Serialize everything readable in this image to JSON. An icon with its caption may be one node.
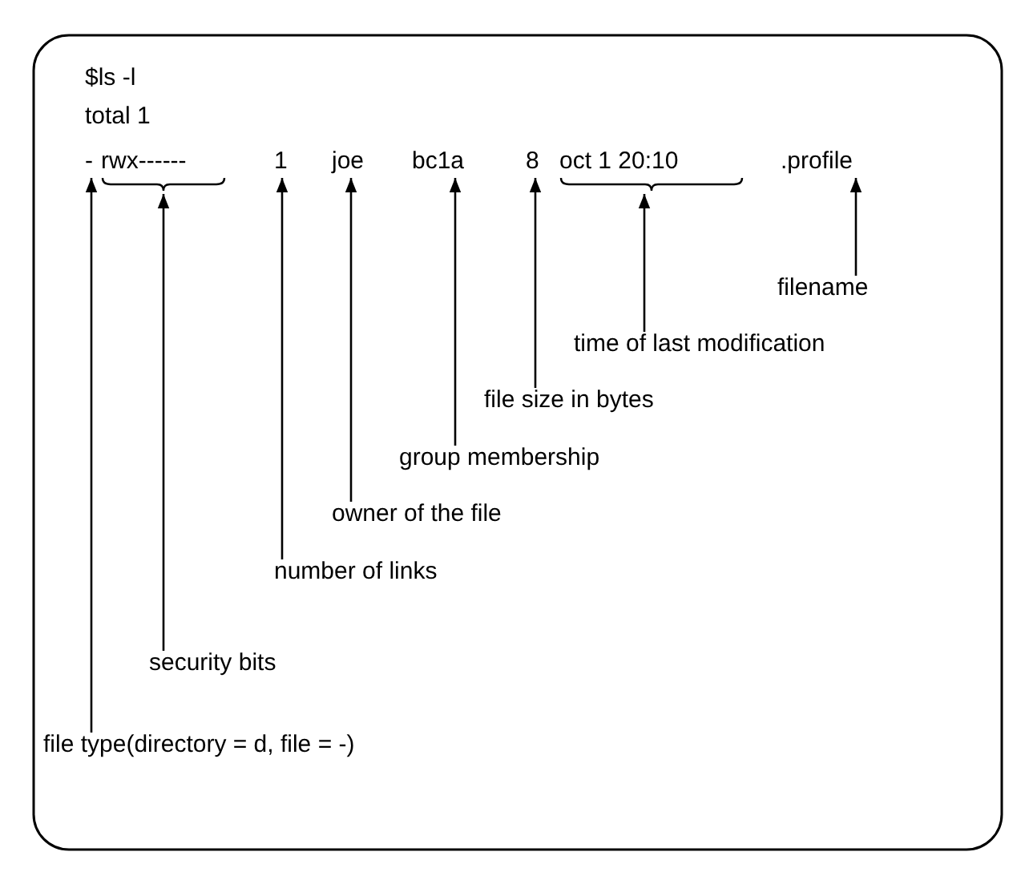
{
  "diagram": {
    "nodes": [
      {
        "text": [
          "-"
        ]
      },
      {
        "text": [
          "rwx------"
        ]
      },
      {
        "text": [
          "1"
        ]
      },
      {
        "text": [
          "joe"
        ]
      },
      {
        "text": [
          "bc1a"
        ]
      },
      {
        "text": [
          "8"
        ]
      },
      {
        "text": [
          "oct 1 20:10"
        ]
      },
      {
        "text": [
          ".profile"
        ]
      },
      {
        "text": [
          "filename"
        ]
      },
      {
        "text": [
          "time of last modification"
        ]
      },
      {
        "text": [
          "file size in bytes"
        ]
      },
      {
        "text": [
          "group membership"
        ]
      },
      {
        "text": [
          "owner of the file"
        ]
      },
      {
        "text": [
          "number of links"
        ]
      },
      {
        "text": [
          "security bits"
        ]
      },
      {
        "text": [
          "file type(directory = d, file = -)"
        ]
      }
    ],
    "edges": [
      {
        "from": 8,
        "to": 7,
        "arrow": "to"
      },
      {
        "from": 9,
        "to": 6,
        "arrow": "to"
      },
      {
        "from": 10,
        "to": 5,
        "arrow": "to"
      },
      {
        "from": 11,
        "to": 4,
        "arrow": "to"
      },
      {
        "from": 12,
        "to": 3,
        "arrow": "to"
      },
      {
        "from": 13,
        "to": 2,
        "arrow": "to"
      },
      {
        "from": 14,
        "to": 1,
        "arrow": "to"
      },
      {
        "from": 15,
        "to": 0,
        "arrow": "to"
      }
    ],
    "labels": [
      "$ls -l",
      "total 1"
    ]
  }
}
